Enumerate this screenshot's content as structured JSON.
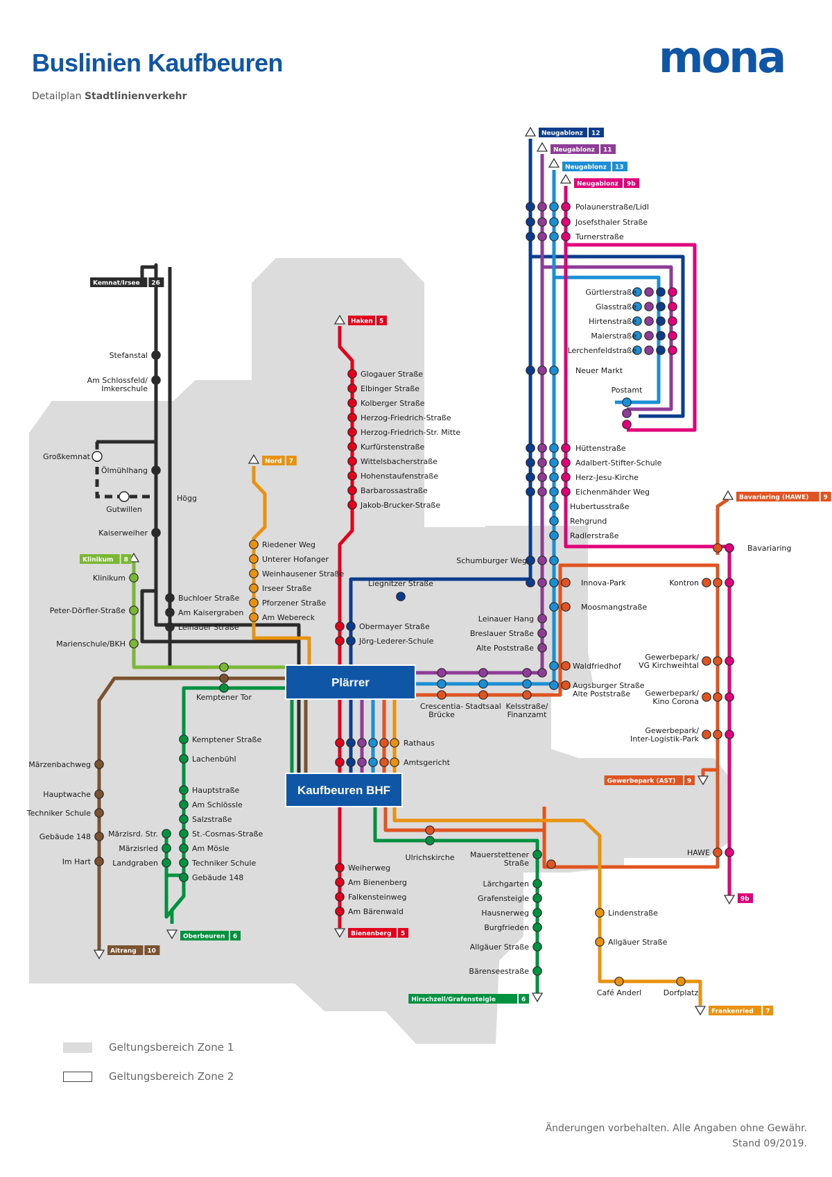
{
  "header": {
    "title": "Buslinien Kaufbeuren",
    "subtitle_prefix": "Detailplan",
    "subtitle_bold": "Stadtlinienverkehr",
    "logo": "mona"
  },
  "colors": {
    "brand": "#0f57a6",
    "zone1": "#dcdcdc",
    "line5": "#e2001a",
    "line6": "#00923f",
    "line7": "#e9920f",
    "line8": "#7ab733",
    "line9": "#e05421",
    "line9b": "#e0007a",
    "line10": "#7a5230",
    "line11": "#8e3c97",
    "line12": "#0c3c8c",
    "line13": "#1a8fd6",
    "line26": "#2b2b2b"
  },
  "hubs": {
    "plaerrer": "Plärrer",
    "bhf": "Kaufbeuren BHF"
  },
  "terminals": [
    {
      "id": "t12",
      "name": "Neugablonz",
      "line": "12",
      "color": "#0c3c8c"
    },
    {
      "id": "t11",
      "name": "Neugablonz",
      "line": "11",
      "color": "#8e3c97"
    },
    {
      "id": "t13",
      "name": "Neugablonz",
      "line": "13",
      "color": "#1a8fd6"
    },
    {
      "id": "t9b",
      "name": "Neugablonz",
      "line": "9b",
      "color": "#e0007a"
    },
    {
      "id": "t26",
      "name": "Kemnat/Irsee",
      "line": "26",
      "color": "#2b2b2b"
    },
    {
      "id": "t5n",
      "name": "Haken",
      "line": "5",
      "color": "#e2001a"
    },
    {
      "id": "t7n",
      "name": "Nord",
      "line": "7",
      "color": "#e9920f"
    },
    {
      "id": "t8",
      "name": "Klinikum",
      "line": "8",
      "color": "#7ab733"
    },
    {
      "id": "t9h",
      "name": "Bavariaring (HAWE)",
      "line": "9",
      "color": "#e05421"
    },
    {
      "id": "t9a",
      "name": "Gewerbepark (AST)",
      "line": "9",
      "color": "#e05421"
    },
    {
      "id": "t9bs",
      "name": "",
      "line": "9b",
      "color": "#e0007a"
    },
    {
      "id": "t10",
      "name": "Aitrang",
      "line": "10",
      "color": "#7a5230"
    },
    {
      "id": "t6o",
      "name": "Oberbeuren",
      "line": "6",
      "color": "#00923f"
    },
    {
      "id": "t5s",
      "name": "Bienenberg",
      "line": "5",
      "color": "#e2001a"
    },
    {
      "id": "t6h",
      "name": "Hirschzell/Grafensteigle",
      "line": "6",
      "color": "#00923f"
    },
    {
      "id": "t7s",
      "name": "Frankenried",
      "line": "7",
      "color": "#e9920f"
    }
  ],
  "stops": {
    "north_upper": [
      "Polaunerstraße/Lidl",
      "Josefsthaler Straße",
      "Turnerstraße"
    ],
    "loop": [
      "Gürtlerstraße",
      "Glasstraße",
      "Hirtenstraße",
      "Malerstraße",
      "Lerchenfeldstraße"
    ],
    "neuer_markt": "Neuer Markt",
    "postamt": "Postamt",
    "north_lower": [
      "Hüttenstraße",
      "Adalbert-Stifter-Schule",
      "Herz-Jesu-Kirche",
      "Eichenmähder Weg",
      "Hubertusstraße",
      "Rehgrund",
      "Radlerstraße"
    ],
    "schumburger": "Schumburger Weg",
    "innova": "Innova-Park",
    "moosmang": "Moosmangstraße",
    "line11_south": [
      "Leinauer Hang",
      "Breslauer Straße",
      "Alte Poststraße"
    ],
    "waldfriedhof": "Waldfriedhof",
    "augsburger": "Augsburger Straße\nAlte Poststraße",
    "east_hub": [
      "Crescentia-\nBrücke",
      "Stadtsaal",
      "Kelsstraße/\nFinanzamt"
    ],
    "liegnitzer": "Liegnitzer Straße",
    "line5_north": [
      "Glogauer Straße",
      "Elbinger Straße",
      "Kolberger Straße",
      "Herzog-Friedrich-Straße",
      "Herzog-Friedrich-Str. Mitte",
      "Kurfürstenstraße",
      "Wittelsbacherstraße",
      "Hohenstaufenstraße",
      "Barbarossastraße",
      "Jakob-Brucker-Straße"
    ],
    "obermayer": [
      "Obermayer Straße",
      "Jörg-Lederer-Schule"
    ],
    "line7_north": [
      "Riedener Weg",
      "Unterer Hofanger",
      "Weinhausener Straße",
      "Irseer Straße",
      "Pforzener Straße",
      "Am Webereck"
    ],
    "line26": [
      "Stefanstal",
      "Am Schlossfeld/\nImkerschule",
      "Ölmühlhang",
      "Kaiserweiher"
    ],
    "grosskemnat": "Großkemnat",
    "gutwillen": "Gutwillen",
    "hoegg": "Högg",
    "buchloer": [
      "Buchloer Straße",
      "Am Kaisergraben",
      "Leinauer Straße"
    ],
    "line8": [
      "Klinikum",
      "Peter-Dörfler-Straße",
      "Marienschule/BKH"
    ],
    "kemptener_tor": "Kemptener Tor",
    "rathaus": [
      "Rathaus",
      "Amtsgericht"
    ],
    "line10": [
      "Märzenbachweg",
      "Hauptwache",
      "Techniker Schule",
      "Gebäude 148",
      "Im Hart"
    ],
    "line6_west": [
      "Kemptener Straße",
      "Lachenbühl",
      "Hauptstraße",
      "Am Schlössle",
      "Salzstraße",
      "St.-Cosmas-Straße",
      "Am Mösle",
      "Techniker Schule",
      "Gebäude 148"
    ],
    "maerzisried": [
      "Märzisrd. Str.",
      "Märzisried",
      "Landgraben"
    ],
    "line5_south": [
      "Weiherweg",
      "Am Bienenberg",
      "Falkensteinweg",
      "Am Bärenwald"
    ],
    "ulrichskirche": "Ulrichskirche",
    "line6_east": [
      "Mauerstettener\nStraße",
      "Lärchgarten",
      "Grafensteigle",
      "Hausnerweg",
      "Burgfrieden",
      "Allgäuer Straße",
      "Bärenseestraße"
    ],
    "line7_south": [
      "Lindenstraße",
      "Allgäuer Straße",
      "Café Anderl",
      "Dorfplatz"
    ],
    "line9": [
      "Bavariaring",
      "Kontron",
      "Gewerbepark/\nVG Kirchweihtal",
      "Gewerbepark/\nKino Corona",
      "Gewerbepark/\nInter-Logistik-Park",
      "HAWE"
    ]
  },
  "legend": [
    {
      "label": "Geltungsbereich Zone 1",
      "fill": "#dcdcdc"
    },
    {
      "label": "Geltungsbereich Zone 2",
      "fill": "#ffffff"
    }
  ],
  "footer": {
    "line1": "Änderungen vorbehalten. Alle Angaben ohne Gewähr.",
    "line2": "Stand 09/2019."
  }
}
